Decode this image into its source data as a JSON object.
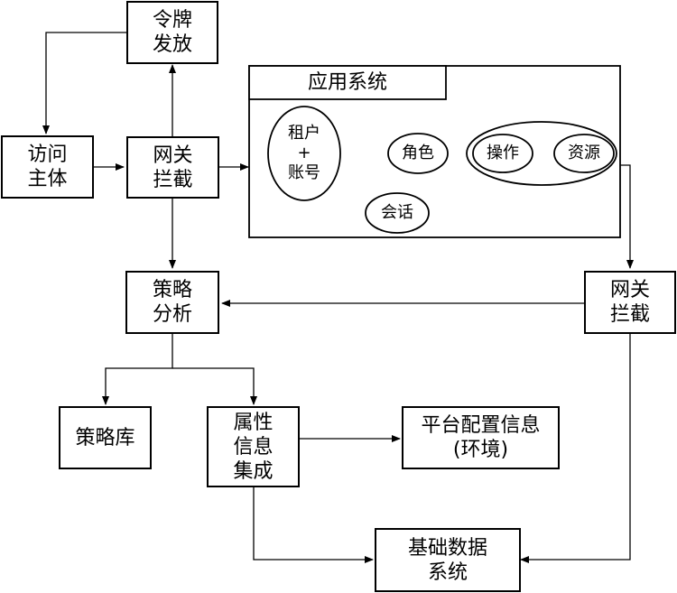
{
  "nodes": {
    "token_issue": [
      "令牌",
      "发放"
    ],
    "access_subject": [
      "访问",
      "主体"
    ],
    "gateway_left": [
      "网关",
      "拦截"
    ],
    "app_system_title": "应用系统",
    "tenant": [
      "租户",
      "+",
      "账号"
    ],
    "role": "角色",
    "session": "会话",
    "operation": "操作",
    "resource": "资源",
    "policy_analysis": [
      "策略",
      "分析"
    ],
    "gateway_right": [
      "网关",
      "拦截"
    ],
    "policy_store": "策略库",
    "attr_integration": [
      "属性",
      "信息",
      "集成"
    ],
    "platform_config": [
      "平台配置信息",
      "(环境)"
    ],
    "base_data": [
      "基础数据",
      "系统"
    ]
  }
}
